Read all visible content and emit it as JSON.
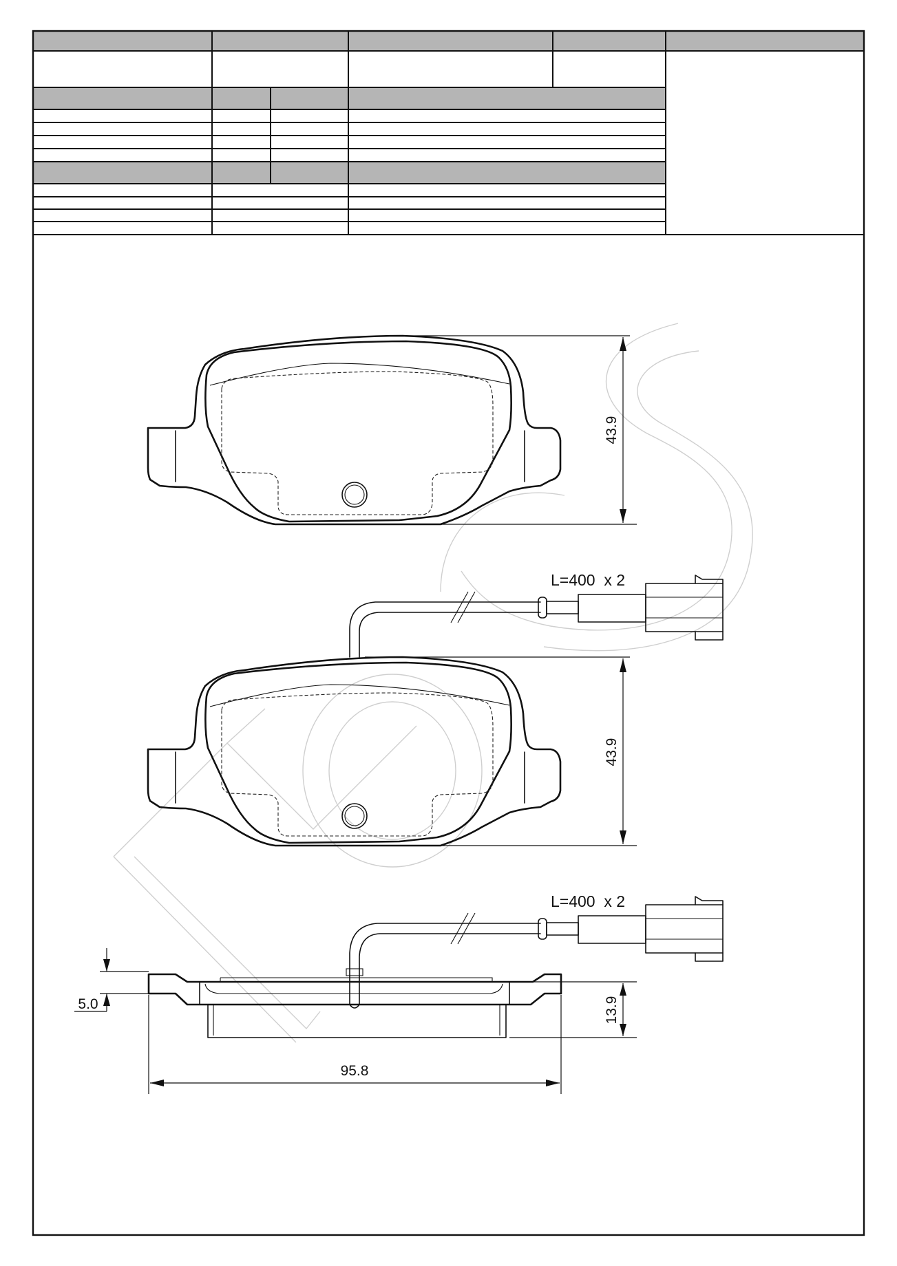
{
  "drawing": {
    "view1": {
      "height_label": "43.9"
    },
    "view2": {
      "height_label": "43.9",
      "sensor_label": "L=400  x 2"
    },
    "view3": {
      "sensor_label": "L=400  x 2",
      "width_label": "95.8",
      "thickness_label": "13.9",
      "backplate_label": "5.0"
    }
  }
}
